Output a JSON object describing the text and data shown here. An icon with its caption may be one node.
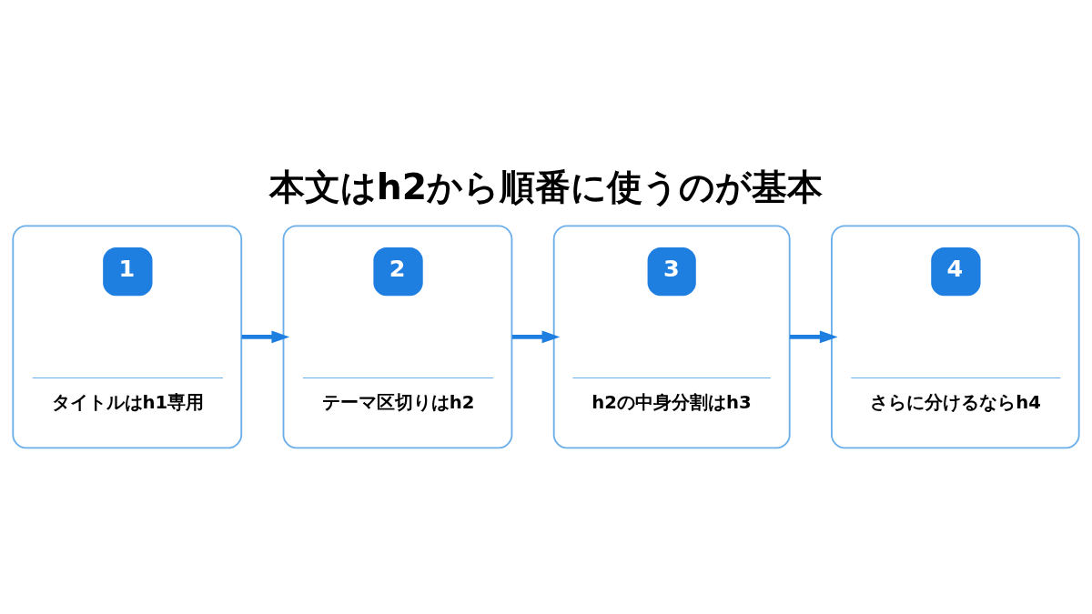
{
  "diagram": {
    "title": "本文はh2から順番に使うのが基本",
    "nodes": [
      {
        "text": [
          "1",
          "タイトルはh1専用"
        ]
      },
      {
        "text": [
          "2",
          "テーマ区切りはh2"
        ]
      },
      {
        "text": [
          "3",
          "h2の中身分割はh3"
        ]
      },
      {
        "text": [
          "4",
          "さらに分けるならh4"
        ]
      }
    ],
    "edges": [
      {
        "from": 0,
        "to": 1,
        "arrow": "to"
      },
      {
        "from": 1,
        "to": 2,
        "arrow": "to"
      },
      {
        "from": 2,
        "to": 3,
        "arrow": "to"
      }
    ]
  }
}
